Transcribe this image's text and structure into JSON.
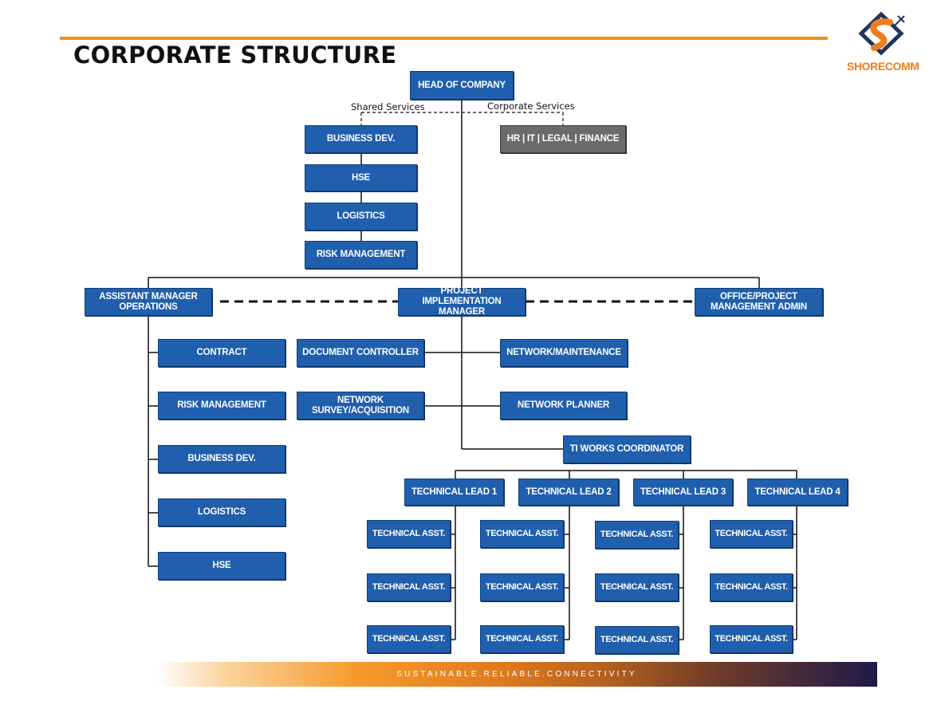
{
  "title": "CORPORATE STRUCTURE",
  "logo": {
    "name": "SHORECOMM",
    "colors": {
      "orange": "#ee7d1f",
      "navy": "#22355f"
    }
  },
  "colors": {
    "box": "#1f5fad",
    "box_gray": "#6b6b6b",
    "accent": "#f08c1e"
  },
  "labels": {
    "shared": "Shared Services",
    "corporate": "Corporate Services"
  },
  "nodes": {
    "head": "HEAD OF COMPANY",
    "hr": "HR | IT | LEGAL | FINANCE",
    "shared": [
      "BUSINESS DEV.",
      "HSE",
      "LOGISTICS",
      "RISK MANAGEMENT"
    ],
    "am_ops": "ASSISTANT MANAGER\nOPERATIONS",
    "pim": "PROJECT IMPLEMENTATION\nMANAGER",
    "admin": "OFFICE/PROJECT\nMANAGEMENT ADMIN",
    "ops": [
      "CONTRACT",
      "RISK MANAGEMENT",
      "BUSINESS DEV.",
      "LOGISTICS",
      "HSE"
    ],
    "doc": "DOCUMENT CONTROLLER",
    "survey": "NETWORK\nSURVEY/ACQUISITION",
    "netmaint": "NETWORK/MAINTENANCE",
    "planner": "NETWORK PLANNER",
    "tiworks": "TI WORKS COORDINATOR",
    "leads": [
      "TECHNICAL LEAD 1",
      "TECHNICAL LEAD 2",
      "TECHNICAL LEAD 3",
      "TECHNICAL LEAD 4"
    ],
    "asst": [
      "TECHNICAL ASST.",
      "TECHNICAL ASST.",
      "TECHNICAL ASST."
    ]
  },
  "tagline": "SUSTAINABLE.RELIABLE.CONNECTIVITY"
}
